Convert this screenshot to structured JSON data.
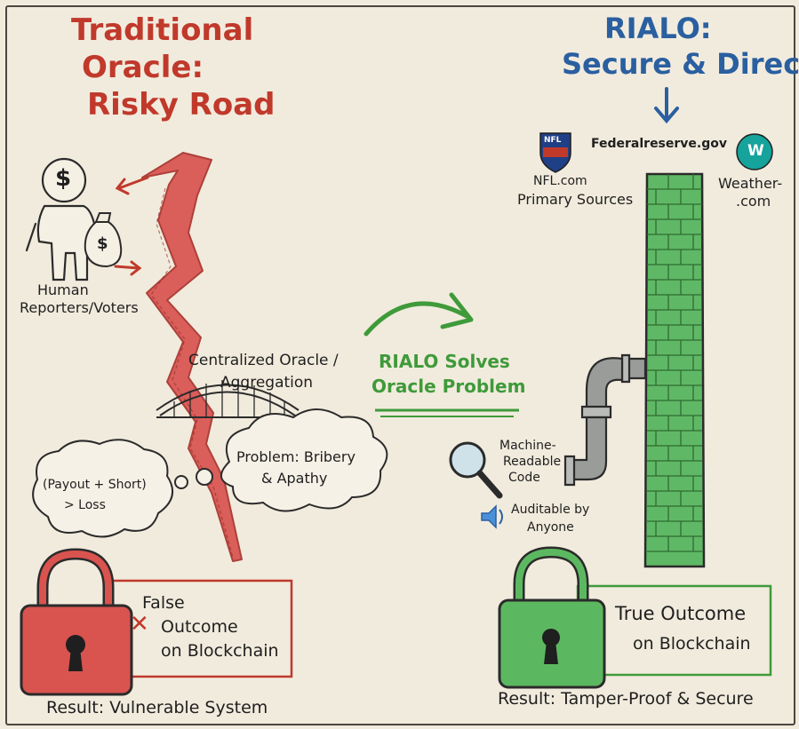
{
  "left": {
    "title_lines": [
      "Traditional",
      "Oracle:",
      "Risky Road"
    ],
    "human_label_lines": [
      "Human",
      "Reporters/Voters"
    ],
    "centralized_lines": [
      "Centralized Oracle /",
      "Aggregation"
    ],
    "problem_lines": [
      "Problem: Bribery",
      "& Apathy"
    ],
    "thought_lines": [
      "(Payout + Short)",
      "> Loss"
    ],
    "result_lines": [
      "False",
      "Outcome",
      "on Blockchain"
    ],
    "caption": "Result: Vulnerable System",
    "mark": "✕",
    "coin_symbol": "$"
  },
  "middle": {
    "solves_lines": [
      "RIALO Solves",
      "Oracle Problem"
    ]
  },
  "right": {
    "title_lines": [
      "RIALO:",
      "Secure & Direct"
    ],
    "sources": {
      "fed": "Federalreserve.gov",
      "nfl_logo": "NFL",
      "nfl_site": "NFL.com",
      "primary": "Primary Sources",
      "weather_lines": [
        "Weather-",
        ".com"
      ],
      "weather_logo": "W"
    },
    "machine_lines": [
      "Machine-",
      "Readable",
      "Code"
    ],
    "auditable_lines": [
      "Auditable by",
      "Anyone"
    ],
    "result_lines": [
      "True Outcome",
      "on Blockchain"
    ],
    "caption": "Result: Tamper-Proof & Secure"
  },
  "colors": {
    "red": "#c0392b",
    "blue": "#2a5fa0",
    "green": "#3f9a3a",
    "paper": "#f1ebdd"
  }
}
